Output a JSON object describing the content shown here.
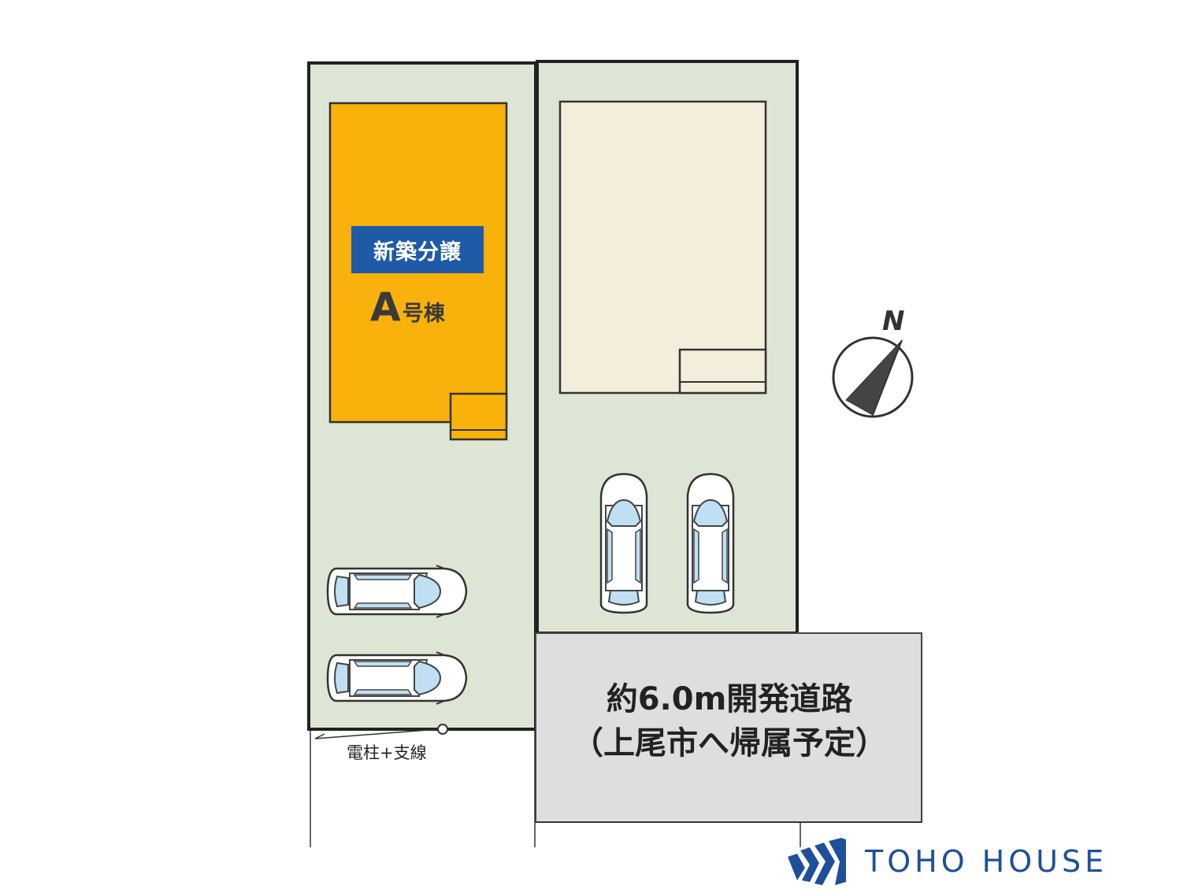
{
  "lot_a": {
    "badge": "新築分譲",
    "unit_letter": "A",
    "unit_suffix": "号棟"
  },
  "road": {
    "line1": "約6.0m開発道路",
    "line2": "（上尾市へ帰属予定）"
  },
  "pole_note": "電柱+支線",
  "compass": {
    "label": "N"
  },
  "brand": {
    "name": "TOHO HOUSE",
    "logo": "toho-house-logo"
  },
  "colors": {
    "lot_fill": "#dde5d4",
    "building_a": "#f9b10b",
    "building_neighbor": "#f3eddb",
    "road": "#dedee0",
    "badge": "#1f5aa6",
    "car_glass": "#bfe0f3",
    "brand": "#1f4f99"
  }
}
